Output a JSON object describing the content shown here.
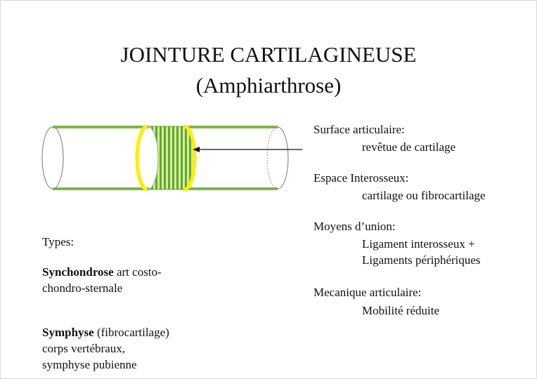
{
  "title": {
    "line1": "JOINTURE CARTILAGINEUSE",
    "line2": "(Amphiarthrose)"
  },
  "colors": {
    "bone_outline": "#7ab648",
    "cartilage_fill": "#5ea63e",
    "cartilage_stripe": "#d7ee8a",
    "articular_surface": "#ffee00"
  },
  "features": [
    {
      "label": "Surface articulaire:",
      "detail": [
        "revêtue de cartilage"
      ]
    },
    {
      "label": "Espace Interosseux:",
      "detail": [
        "cartilage ou fibrocartilage"
      ]
    },
    {
      "label": "Moyens d’union:",
      "detail": [
        "Ligament interosseux +",
        "Ligaments périphériques"
      ]
    },
    {
      "label": "Mecanique articulaire:",
      "detail": [
        "Mobilité réduite"
      ]
    }
  ],
  "types": {
    "heading": "Types:",
    "synchondrose": {
      "name": "Synchondrose",
      "desc1": " art costo-",
      "desc2": "chondro-sternale"
    },
    "symphyse": {
      "name": "Symphyse",
      "desc1": " (fibrocartilage)",
      "desc2": "corps vertébraux,",
      "desc3": "symphyse pubienne"
    }
  }
}
